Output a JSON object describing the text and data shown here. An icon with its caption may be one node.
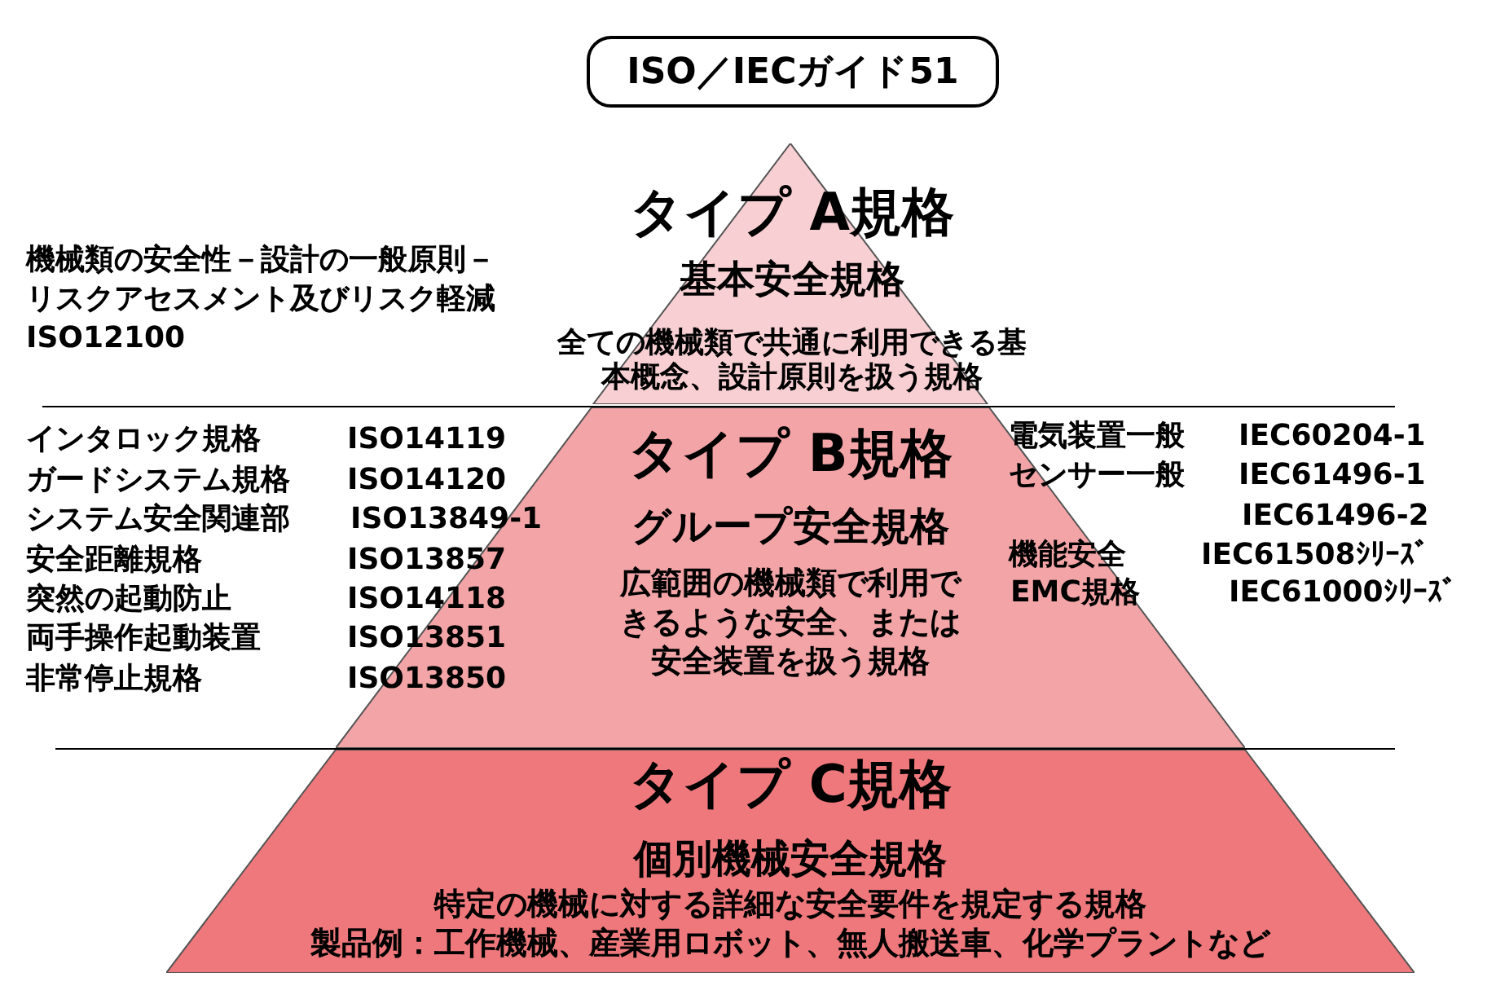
{
  "diagram": {
    "nodes": [
      {
        "text": [
          "ISO／IECガイド51"
        ]
      },
      {
        "text": [
          "タイプ A規格",
          "基本安全規格",
          "全ての機械類で共通に利用できる基本概念、設計原則を扱う規格"
        ]
      },
      {
        "text": [
          "タイプ B規格",
          "グループ安全規格",
          "広範囲の機械類で利用できるような安全、または安全装置を扱う規格"
        ]
      },
      {
        "text": [
          "タイプ C規格",
          "個別機械安全規格",
          "特定の機械に対する詳細な安全要件を規定する規格",
          "製品例：工作機械、産業用ロボット、無人搬送車、化学プラントなど"
        ]
      }
    ],
    "labels": [
      "機械類の安全性－設計の一般原則－リスクアセスメント及びリスク軽減",
      "ISO12100",
      "インタロック規格",
      "ISO14119",
      "ガードシステム規格",
      "ISO14120",
      "システム安全関連部",
      "ISO13849-1",
      "安全距離規格",
      "ISO13857",
      "突然の起動防止",
      "ISO14118",
      "両手操作起動装置",
      "ISO13851",
      "非常停止規格",
      "ISO13850",
      "電気装置一般",
      "IEC60204-1",
      "センサー一般",
      "IEC61496-1",
      "IEC61496-2",
      "機能安全",
      "IEC61508ｼﾘｰｽﾞ",
      "EMC規格",
      "IEC61000ｼﾘｰｽﾞ"
    ]
  }
}
